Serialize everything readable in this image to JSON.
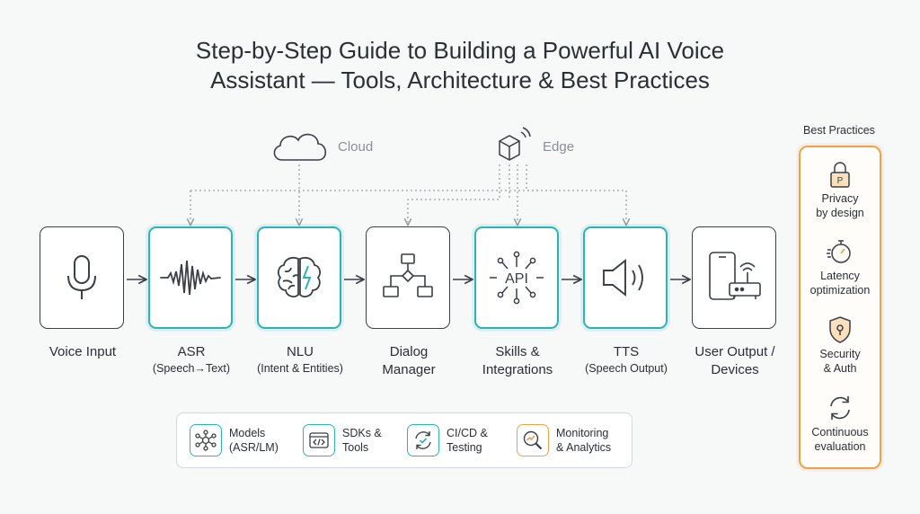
{
  "title": {
    "line1": "Step-by-Step Guide to Building a Powerful AI Voice",
    "line2": "Assistant — Tools, Architecture & Best Practices"
  },
  "environments": {
    "cloud": {
      "label": "Cloud",
      "icon": "cloud-icon"
    },
    "edge": {
      "label": "Edge",
      "icon": "edge-device-icon"
    }
  },
  "pipeline": [
    {
      "label": "Voice Input",
      "sub": "",
      "icon": "microphone-icon",
      "style": "plain"
    },
    {
      "label": "ASR",
      "sub": "(Speech→Text)",
      "icon": "waveform-icon",
      "style": "teal"
    },
    {
      "label": "NLU",
      "sub": "(Intent & Entities)",
      "icon": "brain-icon",
      "style": "teal"
    },
    {
      "label": "Dialog",
      "label2": "Manager",
      "sub": "",
      "icon": "flowchart-icon",
      "style": "plain"
    },
    {
      "label": "Skills &",
      "label2": "Integrations",
      "sub": "",
      "icon": "api-icon",
      "style": "teal"
    },
    {
      "label": "TTS",
      "sub": "(Speech Output)",
      "icon": "speaker-icon",
      "style": "teal"
    },
    {
      "label": "User Output /",
      "label2": "Devices",
      "sub": "",
      "icon": "devices-icon",
      "style": "plain"
    }
  ],
  "tools": [
    {
      "line1": "Models",
      "line2": "(ASR/LM)",
      "icon": "neural-network-icon"
    },
    {
      "line1": "SDKs &",
      "line2": "Tools",
      "icon": "code-window-icon"
    },
    {
      "line1": "CI/CD &",
      "line2": "Testing",
      "icon": "refresh-check-icon"
    },
    {
      "line1": "Monitoring",
      "line2": "& Analytics",
      "icon": "magnifier-chart-icon"
    }
  ],
  "best_practices": {
    "title": "Best Practices",
    "items": [
      {
        "line1": "Privacy",
        "line2": "by design",
        "icon": "padlock-icon"
      },
      {
        "line1": "Latency",
        "line2": "optimization",
        "icon": "stopwatch-icon"
      },
      {
        "line1": "Security",
        "line2": "& Auth",
        "icon": "shield-lock-icon"
      },
      {
        "line1": "Continuous",
        "line2": "evaluation",
        "icon": "cycle-arrows-icon"
      }
    ]
  },
  "colors": {
    "teal": "#2cb3b7",
    "orange": "#f0a04b",
    "dark": "#3a3f44",
    "dotted": "#9aa0a6"
  }
}
